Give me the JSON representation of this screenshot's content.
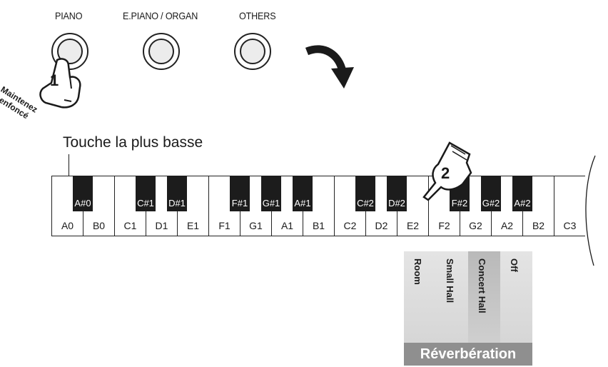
{
  "buttons": [
    {
      "label": "PIANO"
    },
    {
      "label": "E.PIANO / ORGAN"
    },
    {
      "label": "OTHERS"
    }
  ],
  "steps": {
    "step1": "1",
    "step2": "2"
  },
  "hold_label": {
    "line1": "Maintenez",
    "line2": "enfoncé"
  },
  "lowest_key_label": "Touche la plus basse",
  "white_keys": [
    "A0",
    "B0",
    "C1",
    "D1",
    "E1",
    "F1",
    "G1",
    "A1",
    "B1",
    "C2",
    "D2",
    "E2",
    "F2",
    "G2",
    "A2",
    "B2",
    "C3"
  ],
  "black_keys": [
    "A#0",
    "C#1",
    "D#1",
    "F#1",
    "G#1",
    "A#1",
    "C#2",
    "D#2",
    "F#2",
    "G#2",
    "A#2"
  ],
  "reverb_panel": {
    "options": [
      "Room",
      "Small Hall",
      "Concert Hall",
      "Off"
    ],
    "selected": "Concert Hall",
    "title": "Réverbération"
  }
}
